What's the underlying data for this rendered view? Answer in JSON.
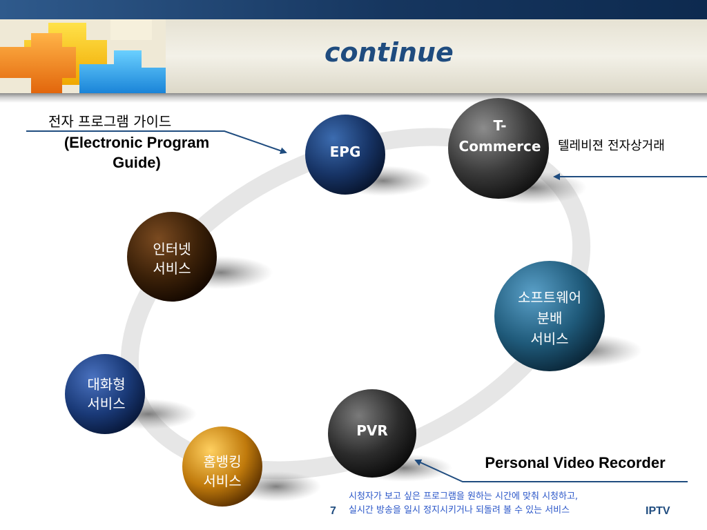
{
  "slide": {
    "title": "continue",
    "page_number": "7",
    "brand": "IPTV"
  },
  "nodes": [
    {
      "id": "epg",
      "label": "EPG",
      "color": "#1a3a6e"
    },
    {
      "id": "tcommerce",
      "label": "T-\nCommerce",
      "color": "#3a3a3a"
    },
    {
      "id": "internet",
      "label": "인터넷\n서비스",
      "color": "#3a2008"
    },
    {
      "id": "software",
      "label": "소프트웨어\n분배\n서비스",
      "color": "#1f5a7a"
    },
    {
      "id": "interactive",
      "label": "대화형\n서비스",
      "color": "#1a3a78"
    },
    {
      "id": "pvr",
      "label": "PVR",
      "color": "#2c2c2c"
    },
    {
      "id": "homebanking",
      "label": "홈뱅킹\n서비스",
      "color": "#b8700a"
    }
  ],
  "annotations": {
    "epg_korean": "전자 프로그램 가이드",
    "epg_english": "(Electronic Program\nGuide)",
    "tcommerce_korean": "텔레비젼 전자상거래",
    "pvr_english": "Personal Video Recorder",
    "pvr_description": "시청자가 보고 싶은 프로그램을 원하는 시간에 맞춰 시청하고,\n실시간 방송을 일시 정지시키거나 되돌려 볼 수 있는 서비스"
  }
}
